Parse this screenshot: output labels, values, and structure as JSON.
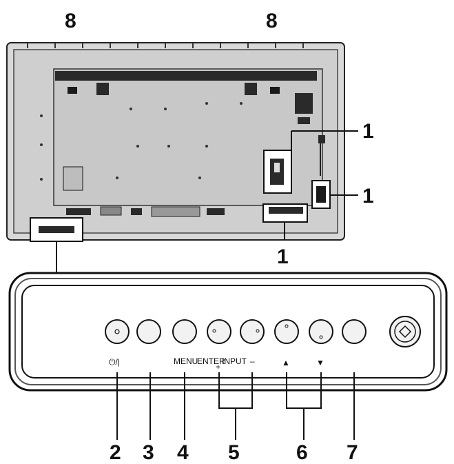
{
  "callouts": {
    "top_left": "8",
    "top_right": "8",
    "right_upper": "1",
    "right_lower": "1",
    "bottom_center": "1",
    "bottom_row": [
      "2",
      "3",
      "4",
      "5",
      "6",
      "7"
    ]
  },
  "button_labels": {
    "power": "⏻/|",
    "menu": "MENU",
    "enter": "ENTER",
    "input": "INPUT",
    "minus": "–",
    "plus": "+",
    "up": "▲",
    "down": "▼"
  }
}
